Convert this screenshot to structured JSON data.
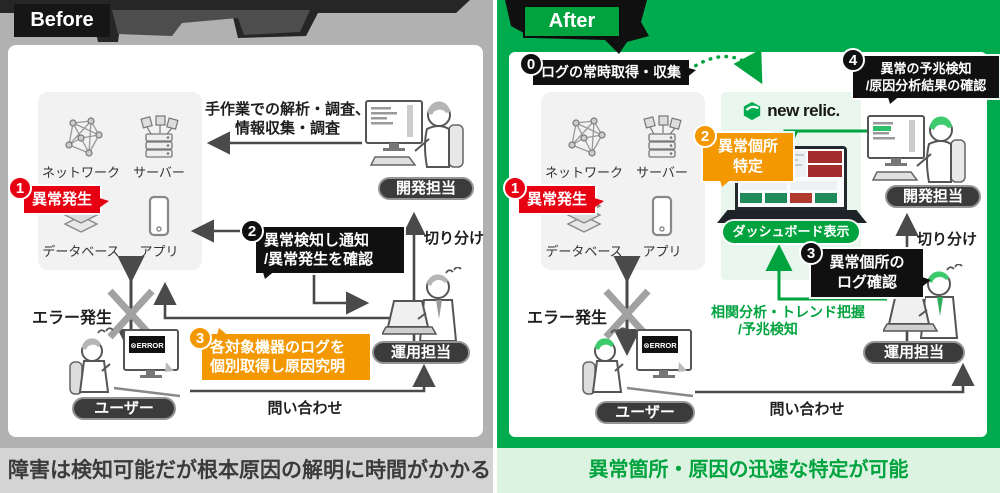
{
  "colors": {
    "green": "#00ab4e",
    "green_dark": "#00a33e",
    "red": "#e60012",
    "orange": "#f39800",
    "black": "#101010",
    "gray_bg": "#b1b1b1"
  },
  "shared": {
    "icons": {
      "network": "ネットワーク",
      "server": "サーバー",
      "database": "データベース",
      "app": "アプリ"
    },
    "roles": {
      "dev": "開発担当",
      "ops": "運用担当",
      "user": "ユーザー"
    },
    "triage": "切り分け",
    "error_occurs": "エラー発生",
    "inquiry": "問い合わせ",
    "error_screen": "⊗ERROR"
  },
  "before": {
    "label": "Before",
    "badge1": {
      "num": "1",
      "text": "異常発生"
    },
    "manual": {
      "line1": "手作業での解析・調査、",
      "line2": "情報収集・調査"
    },
    "note2": {
      "num": "2",
      "line1": "異常検知し通知",
      "line2": "/異常発生を確認"
    },
    "note3": {
      "num": "3",
      "line1": "各対象機器のログを",
      "line2": "個別取得し原因究明"
    },
    "caption": "障害は検知可能だが根本原因の解明に時間がかかる"
  },
  "after": {
    "label": "After",
    "note0": {
      "num": "0",
      "text": "ログの常時取得・収集"
    },
    "badge1": {
      "num": "1",
      "text": "異常発生"
    },
    "note2": {
      "num": "2",
      "line1": "異常個所",
      "line2": "特定"
    },
    "note3": {
      "num": "3",
      "line1": "異常個所の",
      "line2": "ログ確認"
    },
    "note4": {
      "num": "4",
      "line1": "異常の予兆検知",
      "line2": "/原因分析結果の確認"
    },
    "newrelic": "new relic.",
    "dashboard": "ダッシュボード表示",
    "analysis": {
      "line1": "相関分析・トレンド把握",
      "line2": "/予兆検知"
    },
    "caption": "異常箇所・原因の迅速な特定が可能"
  }
}
